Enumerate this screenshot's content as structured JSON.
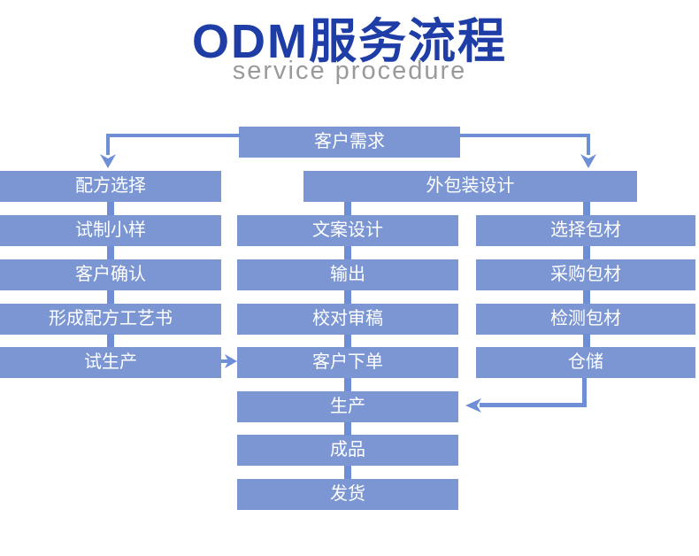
{
  "header": {
    "title": "ODM服务流程",
    "subtitle": "service procedure"
  },
  "colors": {
    "box": "#7b96d2",
    "line": "#6e8ed6",
    "title": "#1e3da6",
    "subtitle": "#9a9a9a",
    "box_text": "#ffffff"
  },
  "flow": {
    "top": {
      "label": "客户需求"
    },
    "packaging_header": {
      "label": "外包装设计"
    },
    "left_column": [
      {
        "label": "配方选择"
      },
      {
        "label": "试制小样"
      },
      {
        "label": "客户确认"
      },
      {
        "label": "形成配方工艺书"
      },
      {
        "label": "试生产"
      }
    ],
    "middle_column": [
      {
        "label": "文案设计"
      },
      {
        "label": "输出"
      },
      {
        "label": "校对审稿"
      },
      {
        "label": "客户下单"
      },
      {
        "label": "生产"
      },
      {
        "label": "成品"
      },
      {
        "label": "发货"
      }
    ],
    "right_column": [
      {
        "label": "选择包材"
      },
      {
        "label": "采购包材"
      },
      {
        "label": "检测包材"
      },
      {
        "label": "仓储"
      }
    ]
  }
}
